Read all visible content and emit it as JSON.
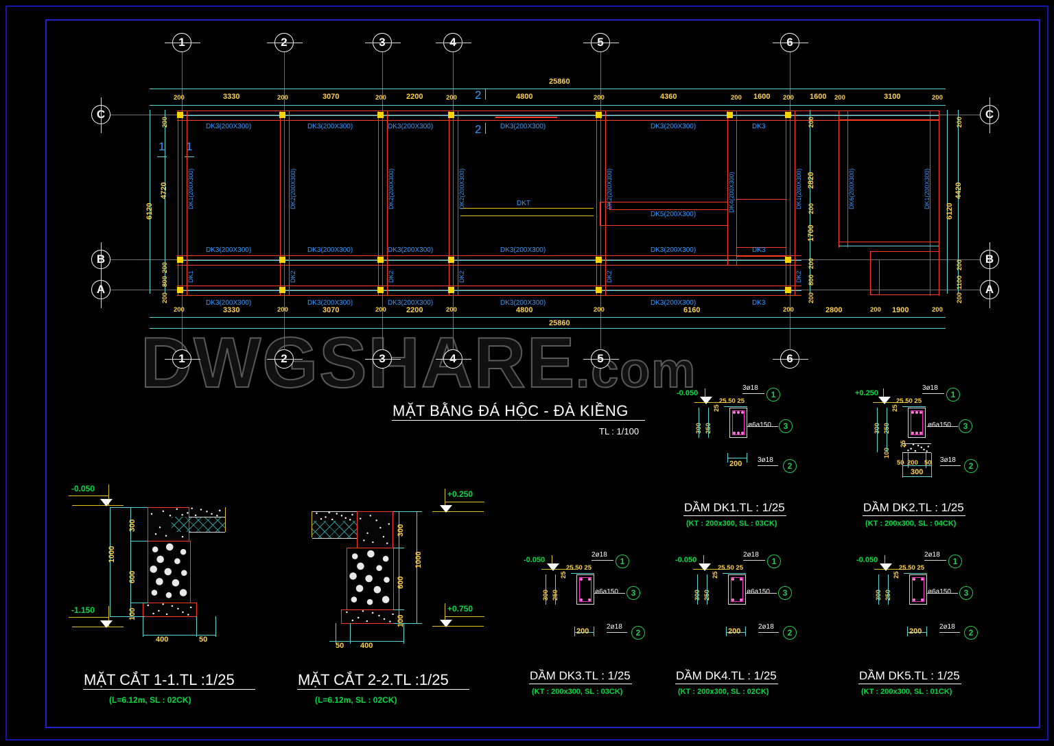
{
  "drawing": {
    "watermark": "DWGSHARE",
    "watermark_suffix": ".com",
    "plan_title": "MẶT BẰNG ĐÁ HỘC - ĐÀ KIỀNG",
    "plan_scale": "TL : 1/100"
  },
  "grid": {
    "columns": [
      "1",
      "2",
      "3",
      "4",
      "5",
      "6"
    ],
    "rows": [
      "C",
      "B",
      "A"
    ]
  },
  "section_marks": [
    {
      "label": "1"
    },
    {
      "label": "1"
    },
    {
      "label": "2"
    },
    {
      "label": "2"
    }
  ],
  "dimensions": {
    "overall_top": "25860",
    "overall_bottom": "25860",
    "top_chain": [
      "200",
      "3330",
      "200",
      "3070",
      "200",
      "2200",
      "200",
      "4800",
      "200",
      "4360",
      "200",
      "1600",
      "200",
      "1600",
      "200",
      "3100",
      "200"
    ],
    "bottom_chain": [
      "200",
      "3330",
      "200",
      "3070",
      "200",
      "2200",
      "200",
      "4800",
      "200",
      "6160",
      "200",
      "2800",
      "200",
      "1900",
      "200"
    ],
    "left_chain": [
      "200",
      "4720",
      "200",
      "800",
      "200"
    ],
    "left_total": "6120",
    "right_chain": [
      "200",
      "4420",
      "200",
      "1100",
      "200"
    ],
    "right_total": "6120",
    "mid_right_chain": [
      "200",
      "2820",
      "200",
      "1700",
      "200",
      "800",
      "200"
    ]
  },
  "plan_labels": {
    "dk3_full": "DK3(200X300)",
    "dk3_short": "DK3",
    "dk1_full": "DK1(200X300)",
    "dk1_short": "DK1",
    "dk2_full": "DK2(200X300)",
    "dk2_short": "DK2",
    "dk4_full": "DK4(200X300)",
    "dk5_full": "DK5(200X300)",
    "dk6_full": "DK6(200X300)",
    "dkt": "DKT"
  },
  "sections": [
    {
      "id": "mat-cat-1-1",
      "title": "MẶT CẮT 1-1.TL :1/25",
      "subtitle": "(L=6.12m, SL : 02CK)",
      "level_top": "-0.050",
      "level_bottom": "-1.150",
      "dims": {
        "d300": "300",
        "d600": "600",
        "d100": "100",
        "d1000": "1000",
        "w400": "400",
        "w50": "50"
      }
    },
    {
      "id": "mat-cat-2-2",
      "title": "MẶT CẮT 2-2.TL :1/25",
      "subtitle": "(L=6.12m, SL : 02CK)",
      "level_top": "+0.250",
      "level_bottom": "+0.750",
      "dims": {
        "d300": "300",
        "d600": "600",
        "d100": "100",
        "d1000": "1000",
        "w400": "400",
        "w50": "50"
      }
    }
  ],
  "beams": [
    {
      "id": "dk1",
      "title": "DẦM DK1.TL : 1/25",
      "subtitle": "(KT : 200x300, SL : 03CK)",
      "level": "-0.050",
      "top_bars": "3ø18",
      "bottom_bars": "3ø18",
      "stirrup": "ø6a150",
      "callouts": [
        "1",
        "3",
        "2"
      ],
      "v_dims": [
        "300",
        "250",
        "25",
        "25"
      ],
      "cover_top": "25 50 25",
      "width_dim": "200",
      "width_chain": []
    },
    {
      "id": "dk2",
      "title": "DẦM DK2.TL : 1/25",
      "subtitle": "(KT : 200x300, SL : 04CK)",
      "level": "+0.250",
      "top_bars": "3ø18",
      "bottom_bars": "3ø18",
      "stirrup": "ø6a150",
      "callouts": [
        "1",
        "3",
        "2"
      ],
      "v_dims": [
        "300",
        "250",
        "100",
        "25",
        "25"
      ],
      "cover_top": "25 50 25",
      "width_dim": "300",
      "width_chain": [
        "50",
        "200",
        "50"
      ]
    },
    {
      "id": "dk3",
      "title": "DẦM DK3.TL : 1/25",
      "subtitle": "(KT : 200x300, SL : 03CK)",
      "level": "-0.050",
      "top_bars": "2ø18",
      "bottom_bars": "2ø18",
      "stirrup": "ø6a150",
      "callouts": [
        "1",
        "3",
        "2"
      ],
      "v_dims": [
        "300",
        "250",
        "25",
        "25"
      ],
      "cover_top": "25 50 25",
      "width_dim": "200",
      "width_chain": []
    },
    {
      "id": "dk4",
      "title": "DẦM DK4.TL : 1/25",
      "subtitle": "(KT : 200x300, SL : 02CK)",
      "level": "-0.050",
      "top_bars": "2ø18",
      "bottom_bars": "2ø18",
      "stirrup": "ø6a150",
      "callouts": [
        "1",
        "3",
        "2"
      ],
      "v_dims": [
        "300",
        "250",
        "25",
        "25"
      ],
      "cover_top": "25 50 25",
      "width_dim": "200",
      "width_chain": []
    },
    {
      "id": "dk5",
      "title": "DẦM DK5.TL : 1/25",
      "subtitle": "(KT : 200x300, SL : 01CK)",
      "level": "-0.050",
      "top_bars": "2ø18",
      "bottom_bars": "2ø18",
      "stirrup": "ø6a150",
      "callouts": [
        "1",
        "3",
        "2"
      ],
      "v_dims": [
        "300",
        "250",
        "25",
        "25"
      ],
      "cover_top": "25 50 25",
      "width_dim": "200",
      "width_chain": []
    }
  ],
  "colors": {
    "background": "#000000",
    "frame": "#2222c8",
    "dimension_text": "#ffd24a",
    "beam_label": "#3399ff",
    "beam_outline": "#ff3b20",
    "dimension_line": "#5fd6d6",
    "subtitle": "#00dd44",
    "node": "#ffd400",
    "rebar": "#ff33cc"
  }
}
